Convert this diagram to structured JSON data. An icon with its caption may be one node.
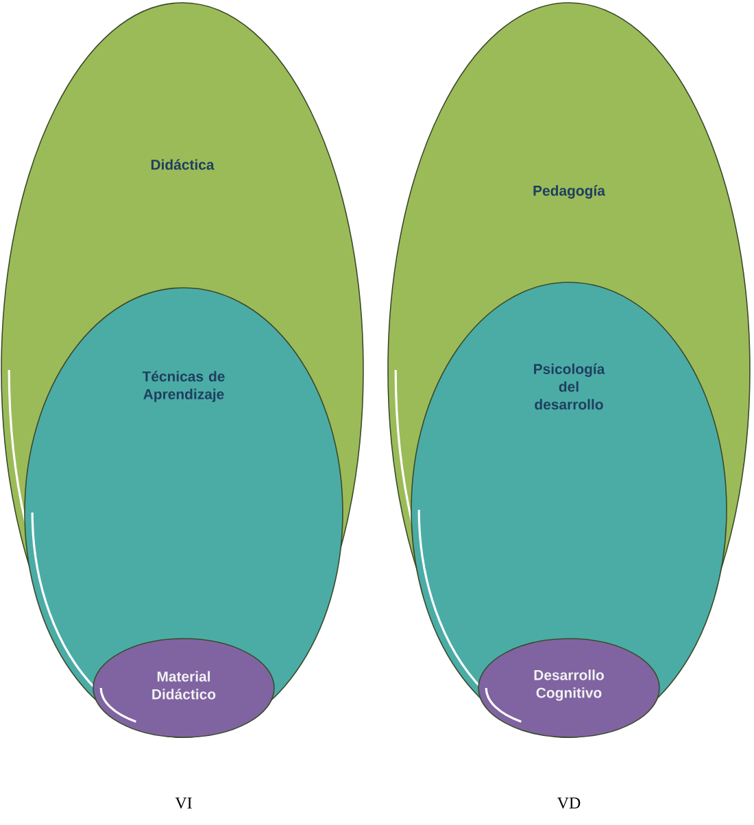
{
  "diagram": {
    "nodes": [
      {
        "text": [
          "Didáctica"
        ]
      },
      {
        "text": [
          "Técnicas de Aprendizaje"
        ],
        "in": 0
      },
      {
        "text": [
          "Material Didáctico"
        ],
        "in": 1
      },
      {
        "text": [
          "Pedagogía"
        ]
      },
      {
        "text": [
          "Psicología del desarrollo"
        ],
        "in": 3
      },
      {
        "text": [
          "Desarrollo Cognitivo"
        ],
        "in": 4
      }
    ],
    "labels": [
      "VI",
      "VD"
    ]
  }
}
